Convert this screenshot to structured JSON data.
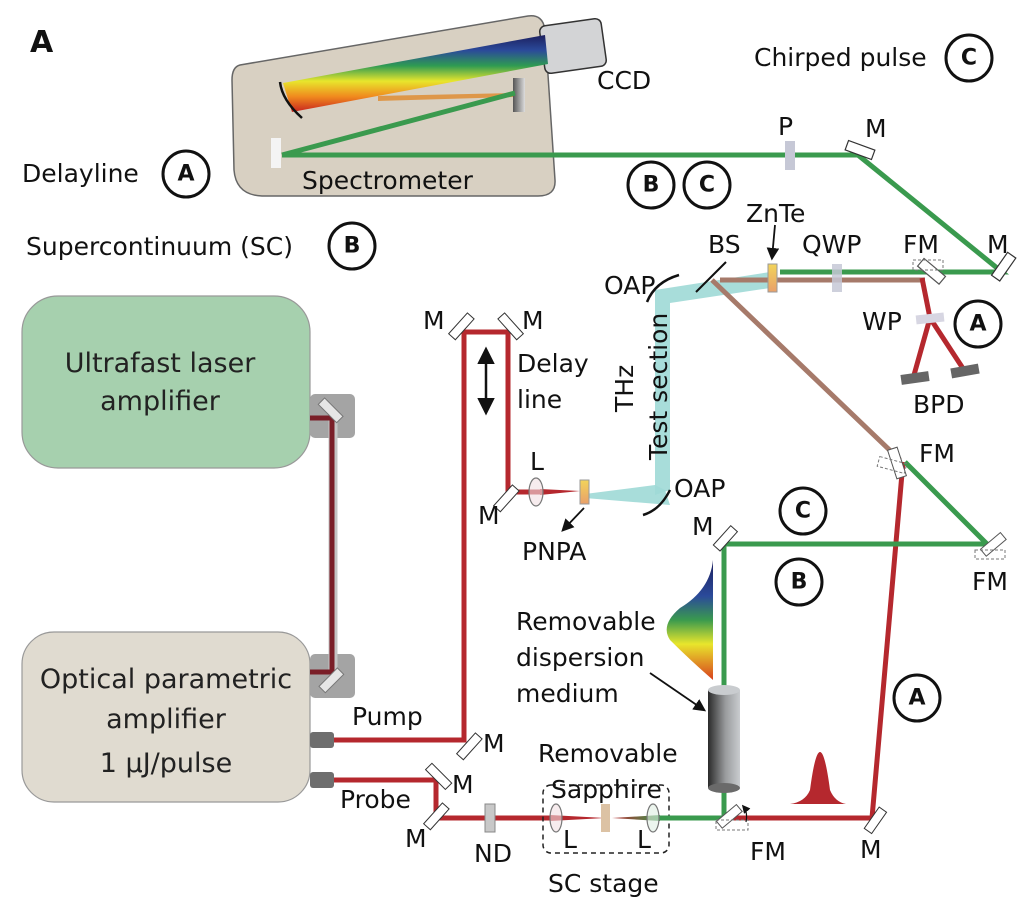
{
  "panel_label": "A",
  "legend": {
    "delayline": {
      "text": "Delayline",
      "marker": "A"
    },
    "supercontinuum": {
      "text": "Supercontinuum (SC)",
      "marker": "B"
    },
    "chirped": {
      "text": "Chirped pulse",
      "marker": "C"
    }
  },
  "components": {
    "spectrometer": "Spectrometer",
    "ccd": "CCD",
    "laser_line1": "Ultrafast laser",
    "laser_line2": "amplifier",
    "opa_line1": "Optical parametric",
    "opa_line2": "amplifier",
    "opa_line3": "1 µJ/pulse",
    "pump": "Pump",
    "probe": "Probe",
    "mirror": "M",
    "flip_mirror": "FM",
    "polarizer": "P",
    "znte": "ZnTe",
    "bs": "BS",
    "qwp": "QWP",
    "oap": "OAP",
    "wp": "WP",
    "bpd": "BPD",
    "lens": "L",
    "pnpa": "PNPA",
    "delay_line1": "Delay",
    "delay_line2": "line",
    "thz": "THz",
    "test_section": "Test section",
    "nd": "ND",
    "removable": "Removable",
    "sapphire": "Sapphire",
    "sc_stage": "SC stage",
    "disp1": "Removable",
    "disp2": "dispersion",
    "disp3": "medium"
  },
  "path_markers": {
    "a": "A",
    "b": "B",
    "c": "C"
  },
  "colors": {
    "beam_red": "#b5282e",
    "beam_green": "#3a9a4e",
    "beam_brown": "#a67a6a",
    "thz": "#9fd9d6",
    "laser_box": "#a6d0ae",
    "opa_box": "#e0dbd0",
    "spectrometer_box": "#d8d0c2"
  }
}
